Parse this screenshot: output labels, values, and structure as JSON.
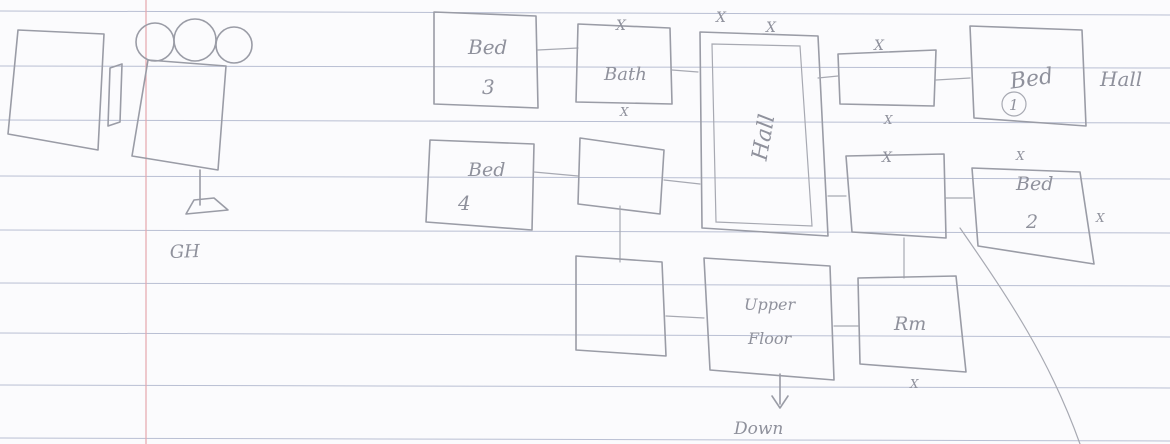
{
  "diagram": {
    "labels": {
      "bed3": [
        "Bed",
        "3"
      ],
      "bath": "Bath",
      "bed4": [
        "Bed",
        "4"
      ],
      "hall": "Hall",
      "bed1": "Bed",
      "bed1_num": "1",
      "right_note": "Hall",
      "bed2": [
        "Bed",
        "2"
      ],
      "upper_floor": [
        "Upper",
        "Floor"
      ],
      "rm": "Rm",
      "down": "Down",
      "gh": "GH",
      "x_marks": [
        "X",
        "X",
        "X",
        "X",
        "X",
        "X",
        "X",
        "X",
        "X",
        "X"
      ]
    }
  }
}
